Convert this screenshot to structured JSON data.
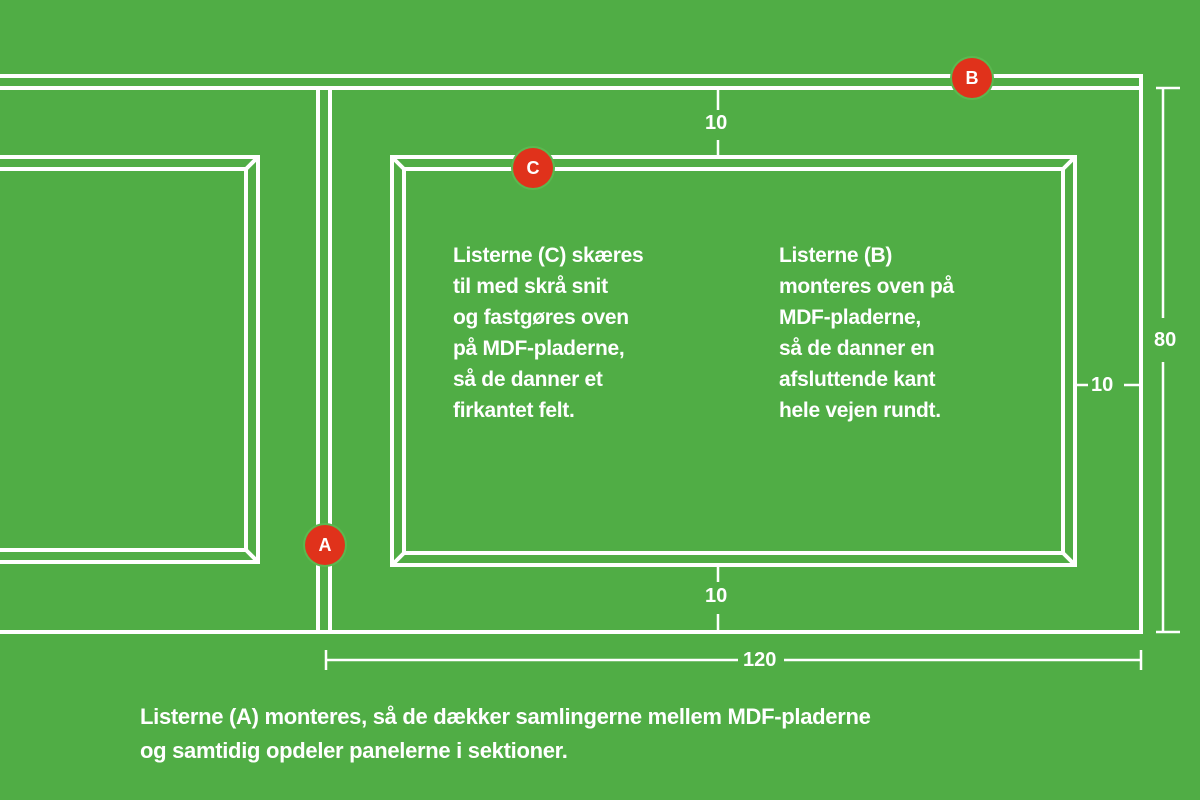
{
  "colors": {
    "background": "#50ad45",
    "lines": "#ffffff",
    "badge": "#e0321b"
  },
  "badges": {
    "a": "A",
    "b": "B",
    "c": "C"
  },
  "dimensions": {
    "top": "10",
    "bottom": "10",
    "right": "10",
    "height": "80",
    "width": "120"
  },
  "text_c": [
    "Listerne (C) skæres",
    "til med skrå snit",
    "og fastgøres oven",
    "på MDF-pladerne,",
    "så de danner et",
    "firkantet felt."
  ],
  "text_b": [
    "Listerne (B)",
    "monteres oven på",
    "MDF-pladerne,",
    "så de danner en",
    "afsluttende kant",
    "hele vejen rundt."
  ],
  "caption": [
    "Listerne (A) monteres, så de dækker samlingerne mellem MDF-pladerne",
    "og samtidig opdeler panelerne i sektioner."
  ]
}
